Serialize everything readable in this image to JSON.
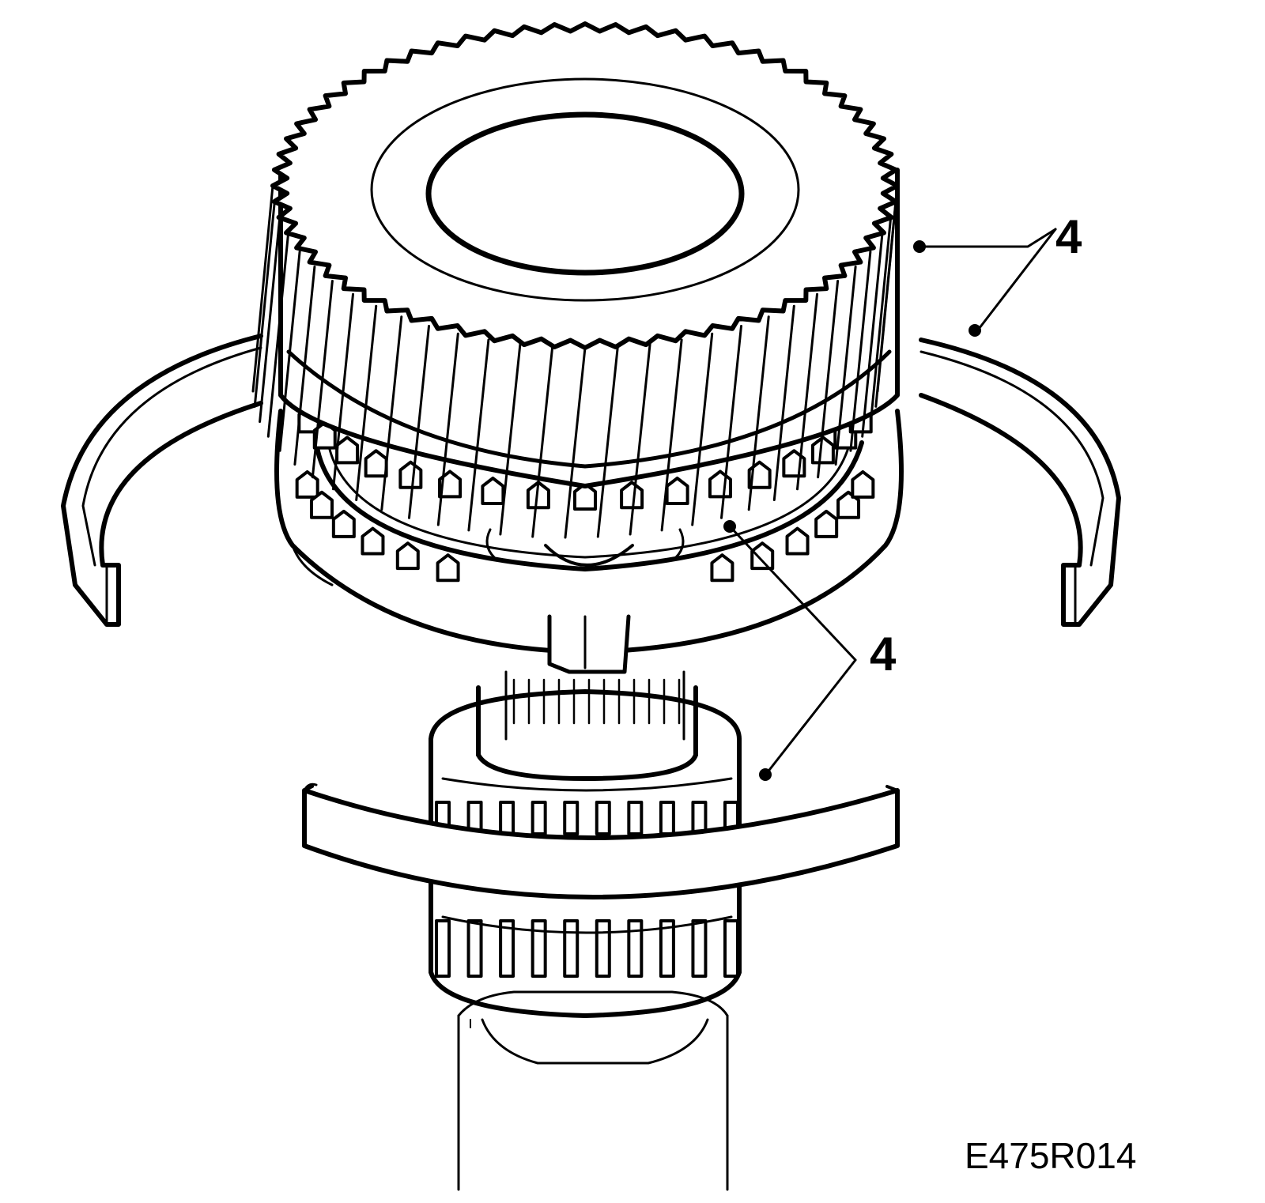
{
  "figure": {
    "figure_id": "E475R014",
    "callouts": [
      {
        "number": "4"
      },
      {
        "number": "4"
      }
    ]
  },
  "colors": {
    "line": "#000000",
    "background": "#ffffff"
  }
}
